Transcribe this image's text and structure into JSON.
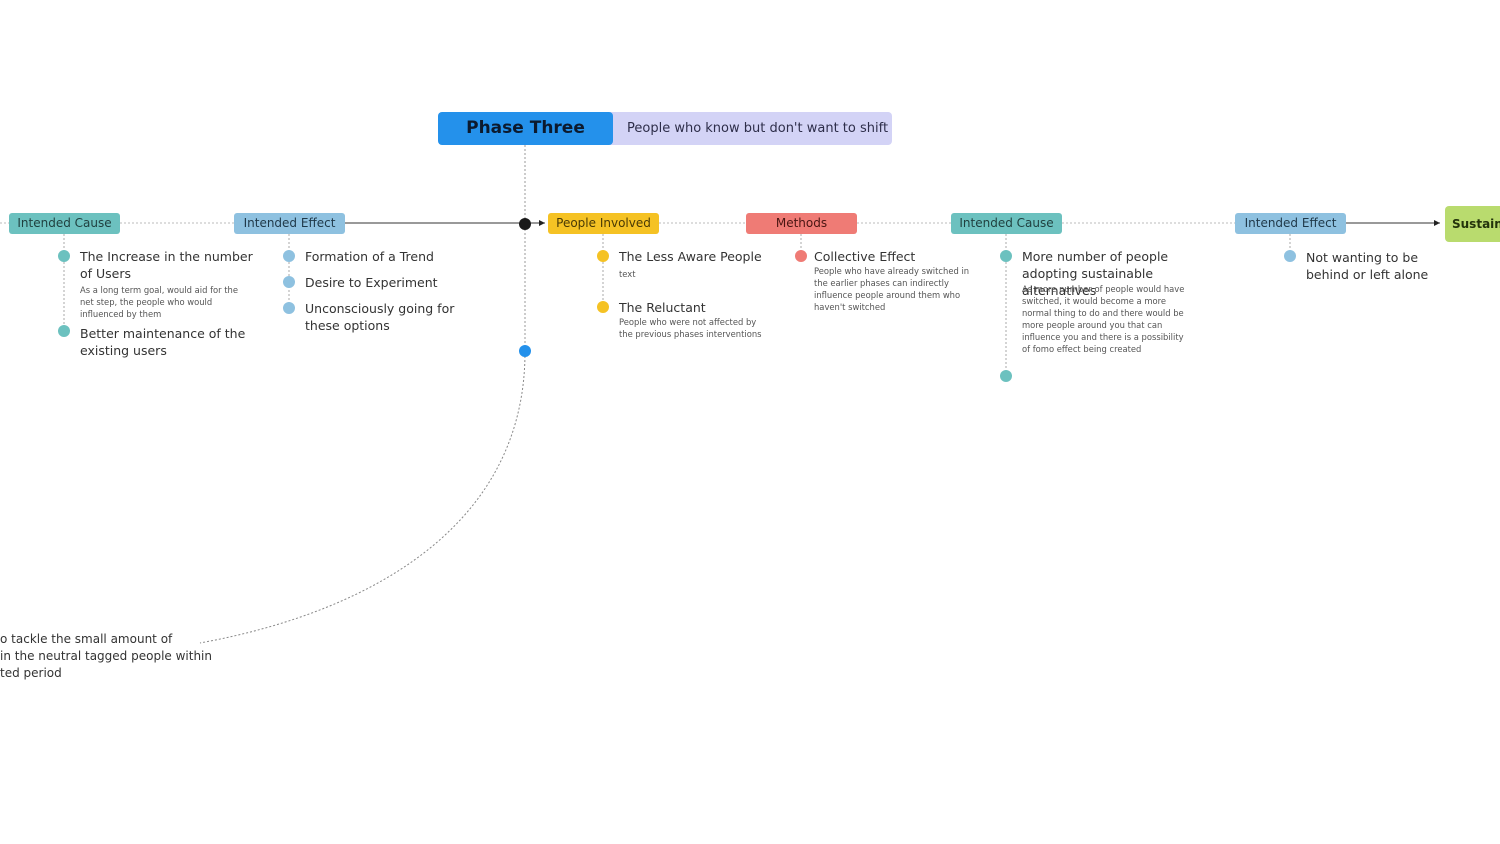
{
  "phase": {
    "title": "Phase Three",
    "description": "People who know but don't want to shift"
  },
  "tags": {
    "cause_1": "Intended Cause",
    "effect_1": "Intended Effect",
    "people_involved": "People Involved",
    "methods": "Methods",
    "cause_2": "Intended Cause",
    "effect_2": "Intended Effect",
    "sustain": "Sustaina"
  },
  "cause_1": {
    "item1": "The Increase in the number of Users",
    "item1_note": "As a long term goal, would aid for the net step, the people who would influenced by them",
    "item2": "Better maintenance of the existing users"
  },
  "effect_1": {
    "item1": "Formation of a Trend",
    "item2": "Desire to Experiment",
    "item3": "Unconsciously going for these options"
  },
  "people": {
    "item1": "The Less Aware People",
    "item1_note": "text",
    "item2": "The Reluctant",
    "item2_note": "People who were not affected by the previous phases interventions"
  },
  "methods": {
    "item1": "Collective Effect",
    "item1_note": "People who have already switched in the earlier phases can indirectly influence people around them who haven't switched"
  },
  "cause_2": {
    "item1": "More number of people adopting sustainable alternatives",
    "item1_note": "As more number of people would have switched, it would become a more normal thing to do and there would be more people around you that can influence you and there is a possibility of fomo effect being created"
  },
  "effect_2": {
    "item1": "Not wanting to be behind or left alone"
  },
  "left_note": {
    "line1": "o tackle the small amount of",
    "line2": "in the neutral tagged people within",
    "line3": "ted period"
  },
  "colors": {
    "phase_blue": "#2491eb",
    "phase_lavender": "#d3d3f6",
    "cause_teal": "#6cc1bf",
    "effect_blue": "#8ec1e0",
    "people_yellow": "#f5c224",
    "methods_red": "#ef7b75",
    "sustain_green": "#b9db6e"
  }
}
